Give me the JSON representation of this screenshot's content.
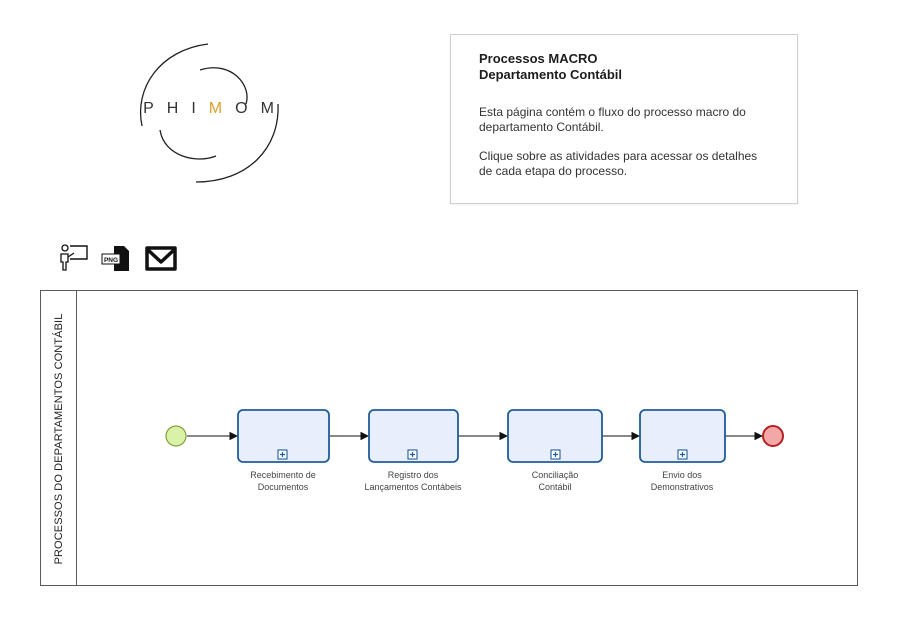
{
  "logo": {
    "letters": [
      "P",
      "H",
      "I",
      "M",
      "O",
      "M"
    ],
    "accent_index": 3,
    "accent_color": "#d8a12a"
  },
  "info": {
    "title_line1": "Processos MACRO",
    "title_line2": "Departamento Contábil",
    "paragraph1": "Esta página contém o fluxo do processo macro do departamento Contábil.",
    "paragraph2": "Clique sobre as atividades para acessar os detalhes de cada etapa do processo."
  },
  "toolbar": {
    "items": [
      {
        "icon": "presentation-icon"
      },
      {
        "icon": "png-export-icon",
        "label": "PNG"
      },
      {
        "icon": "mail-icon"
      }
    ]
  },
  "pool": {
    "lane_label": "PROCESSOS DO DEPARTAMENTOS CONTÁBIL"
  },
  "process": {
    "start_event": {
      "color": "#d9f2a8",
      "stroke": "#7fa23a"
    },
    "end_event": {
      "color": "#f4a7a7",
      "stroke": "#b22222"
    },
    "activity_fill": "#e8eefc",
    "activity_stroke": "#1f5d99",
    "activities": [
      {
        "line1": "Recebimento de",
        "line2": "Documentos"
      },
      {
        "line1": "Registro dos",
        "line2": "Lançamentos Contábeis"
      },
      {
        "line1": "Conciliação",
        "line2": "Contábil"
      },
      {
        "line1": "Envio dos",
        "line2": "Demonstrativos"
      }
    ]
  }
}
